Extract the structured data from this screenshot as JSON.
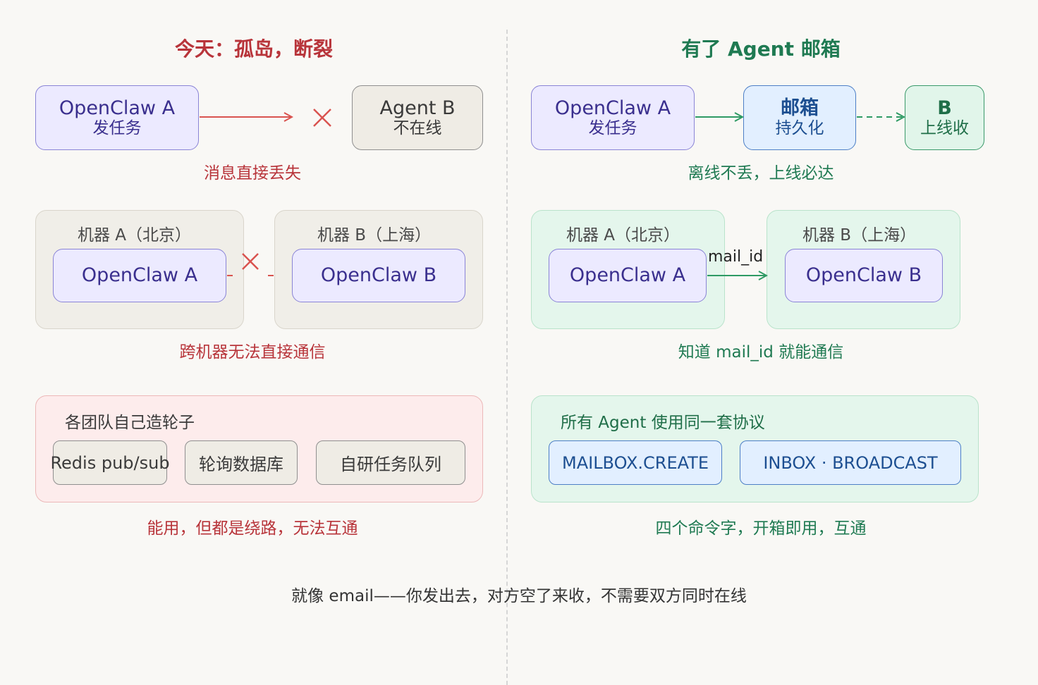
{
  "left": {
    "title": "今天：孤岛，断裂",
    "row1": {
      "sender_name": "OpenClaw A",
      "sender_sub": "发任务",
      "receiver_name": "Agent B",
      "receiver_sub": "不在线",
      "caption": "消息直接丢失"
    },
    "row2": {
      "machine_a_label": "机器 A（北京）",
      "machine_b_label": "机器 B（上海）",
      "agent_a": "OpenClaw A",
      "agent_b": "OpenClaw B",
      "caption": "跨机器无法直接通信"
    },
    "row3": {
      "panel_label": "各团队自己造轮子",
      "items": [
        "Redis pub/sub",
        "轮询数据库",
        "自研任务队列"
      ],
      "caption": "能用，但都是绕路，无法互通"
    }
  },
  "right": {
    "title": "有了 Agent 邮箱",
    "row1": {
      "sender_name": "OpenClaw A",
      "sender_sub": "发任务",
      "mailbox_name": "邮箱",
      "mailbox_sub": "持久化",
      "receiver_name": "B",
      "receiver_sub": "上线收",
      "caption": "离线不丢，上线必达"
    },
    "row2": {
      "machine_a_label": "机器 A（北京）",
      "machine_b_label": "机器 B（上海）",
      "agent_a": "OpenClaw A",
      "agent_b": "OpenClaw B",
      "link_label": "mail_id",
      "caption": "知道 mail_id 就能通信"
    },
    "row3": {
      "panel_label": "所有 Agent 使用同一套协议",
      "items": [
        "MAILBOX.CREATE",
        "INBOX · BROADCAST"
      ],
      "caption": "四个命令字，开箱即用，互通"
    }
  },
  "footer": "就像 email——你发出去，对方空了来收，不需要双方同时在线",
  "colors": {
    "failure_red": "#d9534f",
    "success_green": "#2e9a64",
    "left_text": "#b8343a",
    "right_text": "#1f7a52"
  }
}
